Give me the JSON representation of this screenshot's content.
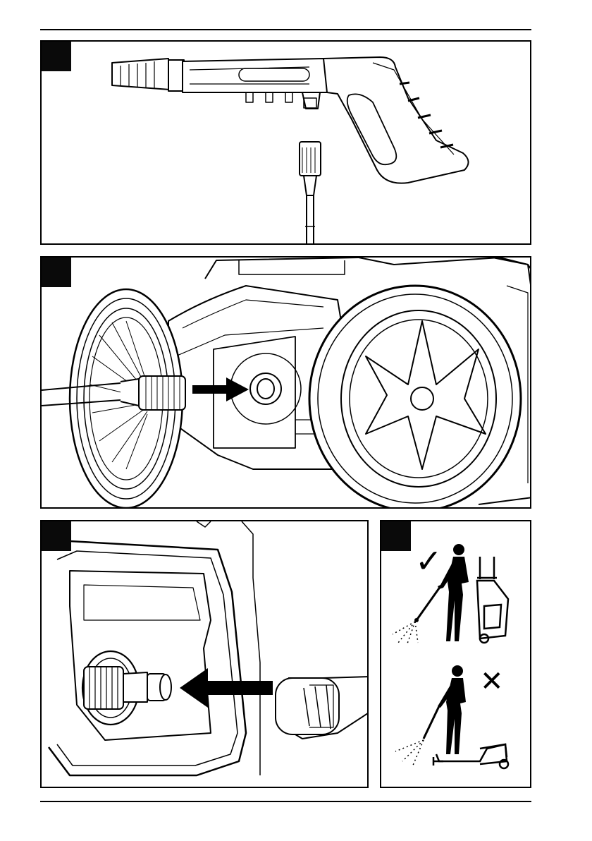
{
  "page": {
    "panels": [
      {
        "id": "1",
        "label": "",
        "subject": "spray-gun-and-lance"
      },
      {
        "id": "2",
        "label": "",
        "subject": "hose-connection-to-pump"
      },
      {
        "id": "3",
        "label": "",
        "subject": "inlet-coupling-connection"
      },
      {
        "id": "4",
        "label": "",
        "subject": "correct-and-incorrect-use"
      }
    ],
    "symbols": {
      "correct": "✓",
      "incorrect": "✕"
    },
    "colors": {
      "ink": "#000000",
      "paper": "#ffffff",
      "arrow": "#000000"
    }
  }
}
